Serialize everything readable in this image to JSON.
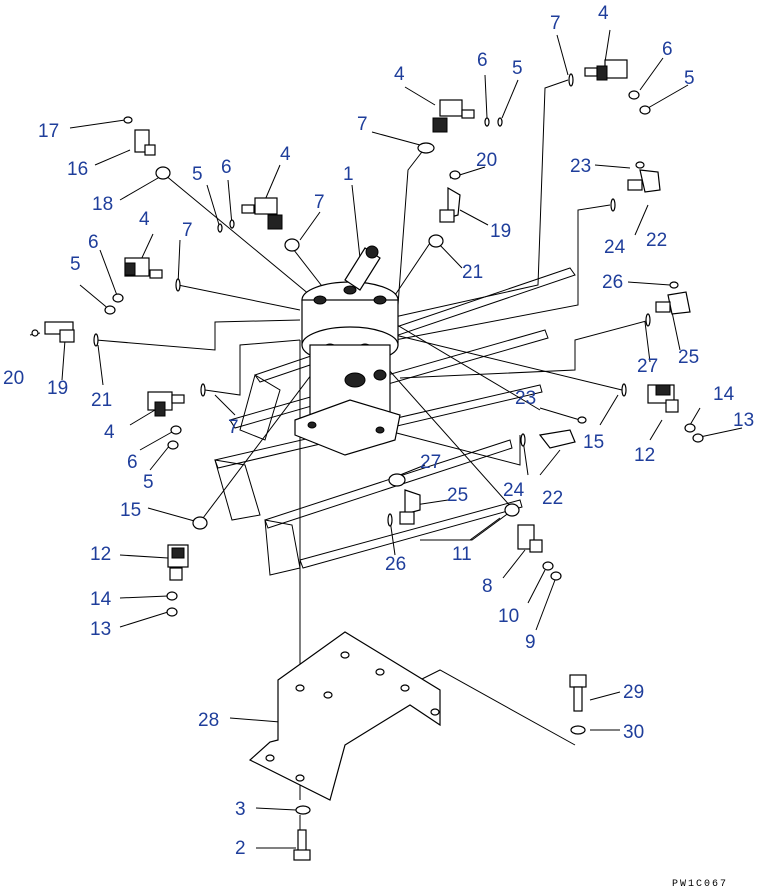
{
  "diagram": {
    "callouts": [
      {
        "id": "c17a",
        "text": "17"
      },
      {
        "id": "c16a",
        "text": "16"
      },
      {
        "id": "c18",
        "text": "18"
      },
      {
        "id": "c5a",
        "text": "5"
      },
      {
        "id": "c6a",
        "text": "6"
      },
      {
        "id": "c4a",
        "text": "4"
      },
      {
        "id": "c7a",
        "text": "7"
      },
      {
        "id": "c1",
        "text": "1"
      },
      {
        "id": "c4b",
        "text": "4"
      },
      {
        "id": "c7b",
        "text": "7"
      },
      {
        "id": "c6b",
        "text": "6"
      },
      {
        "id": "c5b",
        "text": "5"
      },
      {
        "id": "c7c",
        "text": "7"
      },
      {
        "id": "c4c",
        "text": "4"
      },
      {
        "id": "c6c",
        "text": "6"
      },
      {
        "id": "c5c",
        "text": "5"
      },
      {
        "id": "c20a",
        "text": "20"
      },
      {
        "id": "c19a",
        "text": "19"
      },
      {
        "id": "c21a",
        "text": "21"
      },
      {
        "id": "c23a",
        "text": "23"
      },
      {
        "id": "c24a",
        "text": "24"
      },
      {
        "id": "c22a",
        "text": "22"
      },
      {
        "id": "c4d",
        "text": "4"
      },
      {
        "id": "c6d",
        "text": "6"
      },
      {
        "id": "c5d",
        "text": "5"
      },
      {
        "id": "c7d",
        "text": "7"
      },
      {
        "id": "c26a",
        "text": "26"
      },
      {
        "id": "c25a",
        "text": "25"
      },
      {
        "id": "c27a",
        "text": "27"
      },
      {
        "id": "c20b",
        "text": "20"
      },
      {
        "id": "c19b",
        "text": "19"
      },
      {
        "id": "c21b",
        "text": "21"
      },
      {
        "id": "c4e",
        "text": "4"
      },
      {
        "id": "c7e",
        "text": "7"
      },
      {
        "id": "c6e",
        "text": "6"
      },
      {
        "id": "c5e",
        "text": "5"
      },
      {
        "id": "c23b",
        "text": "23"
      },
      {
        "id": "c15a",
        "text": "15"
      },
      {
        "id": "c14a",
        "text": "14"
      },
      {
        "id": "c13a",
        "text": "13"
      },
      {
        "id": "c12a",
        "text": "12"
      },
      {
        "id": "c27b",
        "text": "27"
      },
      {
        "id": "c24b",
        "text": "24"
      },
      {
        "id": "c22b",
        "text": "22"
      },
      {
        "id": "c25b",
        "text": "25"
      },
      {
        "id": "c15b",
        "text": "15"
      },
      {
        "id": "c11",
        "text": "11"
      },
      {
        "id": "c26b",
        "text": "26"
      },
      {
        "id": "c12b",
        "text": "12"
      },
      {
        "id": "c14b",
        "text": "14"
      },
      {
        "id": "c13b",
        "text": "13"
      },
      {
        "id": "c8",
        "text": "8"
      },
      {
        "id": "c10",
        "text": "10"
      },
      {
        "id": "c9",
        "text": "9"
      },
      {
        "id": "c28",
        "text": "28"
      },
      {
        "id": "c29",
        "text": "29"
      },
      {
        "id": "c30",
        "text": "30"
      },
      {
        "id": "c3",
        "text": "3"
      },
      {
        "id": "c2",
        "text": "2"
      }
    ],
    "drawing_code": "PW1C067"
  }
}
